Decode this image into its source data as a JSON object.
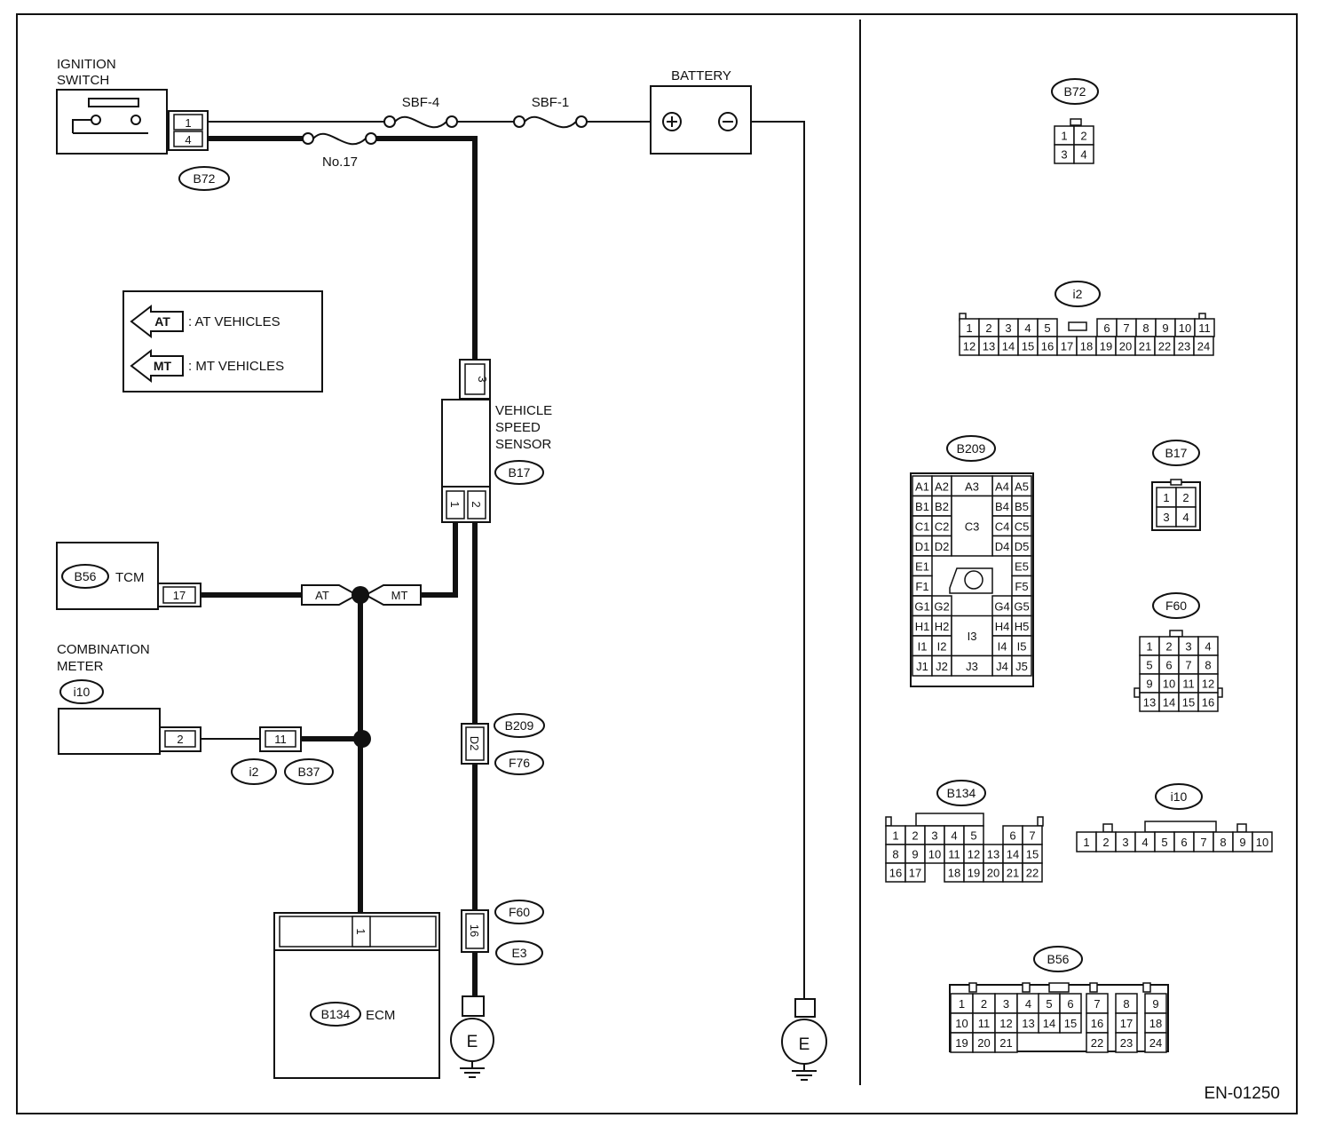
{
  "ignition_switch": {
    "label_1": "IGNITION",
    "label_2": "SWITCH",
    "connector": "B72",
    "pins": [
      "1",
      "4"
    ]
  },
  "battery": {
    "label": "BATTERY",
    "plus": "⊕",
    "minus": "⊖"
  },
  "fuses": {
    "sbf4": "SBF-4",
    "sbf1": "SBF-1",
    "no17": "No.17"
  },
  "legend": {
    "at_symbol": "AT",
    "at_text": ": AT VEHICLES",
    "mt_symbol": "MT",
    "mt_text": ": MT VEHICLES"
  },
  "vss": {
    "label_1": "VEHICLE",
    "label_2": "SPEED",
    "label_3": "SENSOR",
    "connector": "B17",
    "pin_top": "3",
    "pin_left": "1",
    "pin_right": "2"
  },
  "tcm": {
    "connector": "B56",
    "label": "TCM",
    "pin": "17"
  },
  "combination_meter": {
    "label_1": "COMBINATION",
    "label_2": "METER",
    "connector": "i10",
    "pin": "2"
  },
  "junctions": {
    "at": "AT",
    "mt": "MT",
    "pin_11": "11",
    "i2": "i2",
    "b37": "B37"
  },
  "harness": {
    "d2_pin": "D2",
    "b209": "B209",
    "f76": "F76",
    "pin_16": "16",
    "f60": "F60",
    "e3": "E3"
  },
  "ecm": {
    "connector": "B134",
    "label": "ECM",
    "pin": "1"
  },
  "ground": {
    "symbol": "E"
  },
  "code": "EN-01250",
  "connector_views": {
    "b72": {
      "label": "B72",
      "rows": [
        [
          "1",
          "2"
        ],
        [
          "3",
          "4"
        ]
      ]
    },
    "i2": {
      "label": "i2",
      "row1_left": [
        "1",
        "2",
        "3",
        "4",
        "5"
      ],
      "row1_right": [
        "6",
        "7",
        "8",
        "9",
        "10",
        "11"
      ],
      "row2": [
        "12",
        "13",
        "14",
        "15",
        "16",
        "17",
        "18",
        "19",
        "20",
        "21",
        "22",
        "23",
        "24"
      ]
    },
    "b209": {
      "label": "B209",
      "left": [
        [
          "A1",
          "A2"
        ],
        [
          "B1",
          "B2"
        ],
        [
          "C1",
          "C2"
        ],
        [
          "D1",
          "D2"
        ],
        [
          "E1"
        ],
        [
          "F1"
        ],
        [
          "G1",
          "G2"
        ],
        [
          "H1",
          "H2"
        ],
        [
          "I1",
          "I2"
        ],
        [
          "J1",
          "J2"
        ]
      ],
      "right": [
        [
          "A4",
          "A5"
        ],
        [
          "B4",
          "B5"
        ],
        [
          "C4",
          "C5"
        ],
        [
          "D4",
          "D5"
        ],
        [
          "E5"
        ],
        [
          "F5"
        ],
        [
          "G4",
          "G5"
        ],
        [
          "H4",
          "H5"
        ],
        [
          "I4",
          "I5"
        ],
        [
          "J4",
          "J5"
        ]
      ],
      "center": [
        "A3",
        "C3",
        "I3",
        "J3"
      ]
    },
    "b17": {
      "label": "B17",
      "rows": [
        [
          "1",
          "2"
        ],
        [
          "3",
          "4"
        ]
      ]
    },
    "f60": {
      "label": "F60",
      "rows": [
        [
          "1",
          "2",
          "3",
          "4"
        ],
        [
          "5",
          "6",
          "7",
          "8"
        ],
        [
          "9",
          "10",
          "11",
          "12"
        ],
        [
          "13",
          "14",
          "15",
          "16"
        ]
      ]
    },
    "b134": {
      "label": "B134",
      "row1_left": [
        "1",
        "2",
        "3",
        "4",
        "5"
      ],
      "row1_right": [
        "6",
        "7"
      ],
      "row2": [
        "8",
        "9",
        "10",
        "11",
        "12",
        "13",
        "14",
        "15"
      ],
      "row3_left": [
        "16",
        "17"
      ],
      "row3_right": [
        "18",
        "19",
        "20",
        "21",
        "22"
      ]
    },
    "i10": {
      "label": "i10",
      "row": [
        "1",
        "2",
        "3",
        "4",
        "5",
        "6",
        "7",
        "8",
        "9",
        "10"
      ]
    },
    "b56": {
      "label": "B56",
      "g1": [
        [
          "1",
          "2",
          "3",
          "4"
        ],
        [
          "10",
          "11",
          "12",
          "13"
        ],
        [
          "19",
          "20",
          "21"
        ]
      ],
      "g2": [
        [
          "5",
          "6"
        ],
        [
          "14",
          "15"
        ]
      ],
      "g3": [
        [
          "7"
        ],
        [
          "16"
        ],
        [
          "22"
        ]
      ],
      "g4": [
        [
          "8"
        ],
        [
          "17"
        ],
        [
          "23"
        ]
      ],
      "g5": [
        [
          "9"
        ],
        [
          "18"
        ],
        [
          "24"
        ]
      ]
    }
  }
}
